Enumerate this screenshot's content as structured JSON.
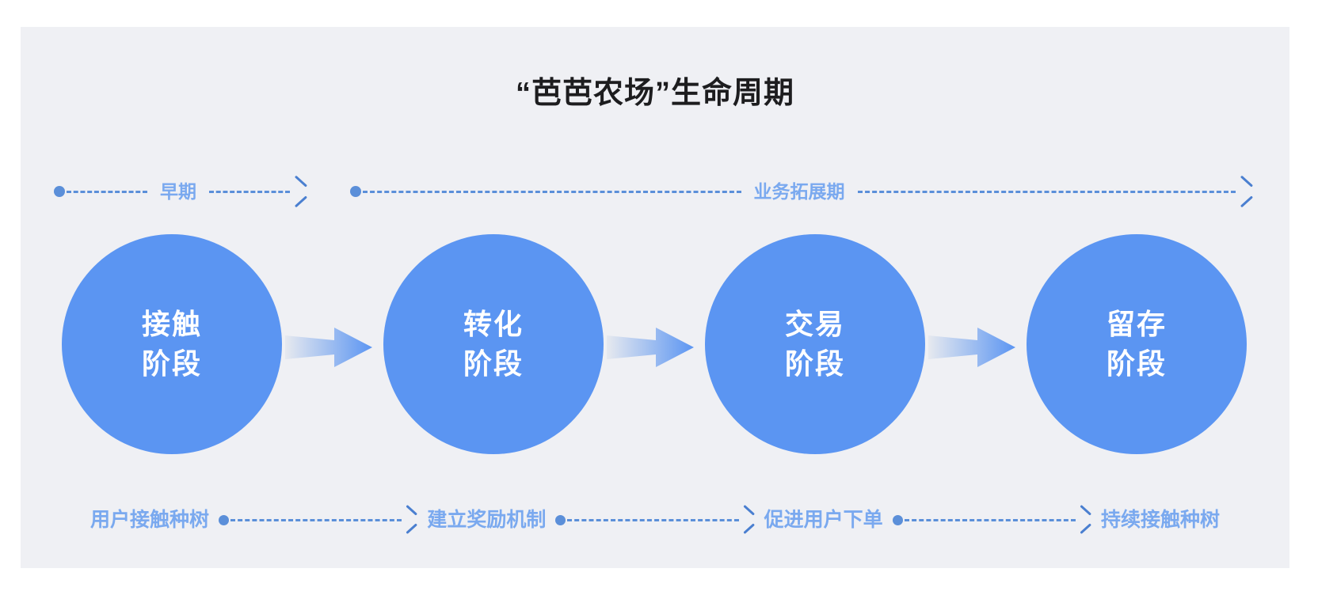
{
  "panel": {
    "background_color": "#eff0f4",
    "page_background_color": "#ffffff"
  },
  "title": "“芭芭农场”生命周期",
  "colors": {
    "circle_fill": "#5b95f2",
    "circle_text": "#ffffff",
    "label_text": "#7aa9ef",
    "dash_line": "#5b8fd9",
    "arrow_head": "#4a7fd0",
    "title_text": "#1d1d1f",
    "flow_arrow_start": "#e6e9ef",
    "flow_arrow_end": "#5b95f2"
  },
  "phases": [
    {
      "label": "早期",
      "dot": "start-dot",
      "arrow": "arrow-right"
    },
    {
      "label": "业务拓展期",
      "dot": "start-dot",
      "arrow": "arrow-right"
    }
  ],
  "stages": [
    {
      "line1": "接触",
      "line2": "阶段"
    },
    {
      "line1": "转化",
      "line2": "阶段"
    },
    {
      "line1": "交易",
      "line2": "阶段"
    },
    {
      "line1": "留存",
      "line2": "阶段"
    }
  ],
  "actions": [
    "用户接触种树",
    "建立奖励机制",
    "促进用户下单",
    "持续接触种树"
  ],
  "chart_data": {
    "type": "diagram",
    "diagram_kind": "lifecycle-funnel",
    "title": "“芭芭农场”生命周期",
    "stage_sequence": [
      "接触阶段",
      "转化阶段",
      "交易阶段",
      "留存阶段"
    ],
    "phase_spans": [
      {
        "label": "早期",
        "covers": [
          "接触阶段"
        ]
      },
      {
        "label": "业务拓展期",
        "covers": [
          "转化阶段",
          "交易阶段",
          "留存阶段"
        ]
      }
    ],
    "action_sequence": [
      "用户接触种树",
      "建立奖励机制",
      "促进用户下单",
      "持续接触种树"
    ]
  }
}
